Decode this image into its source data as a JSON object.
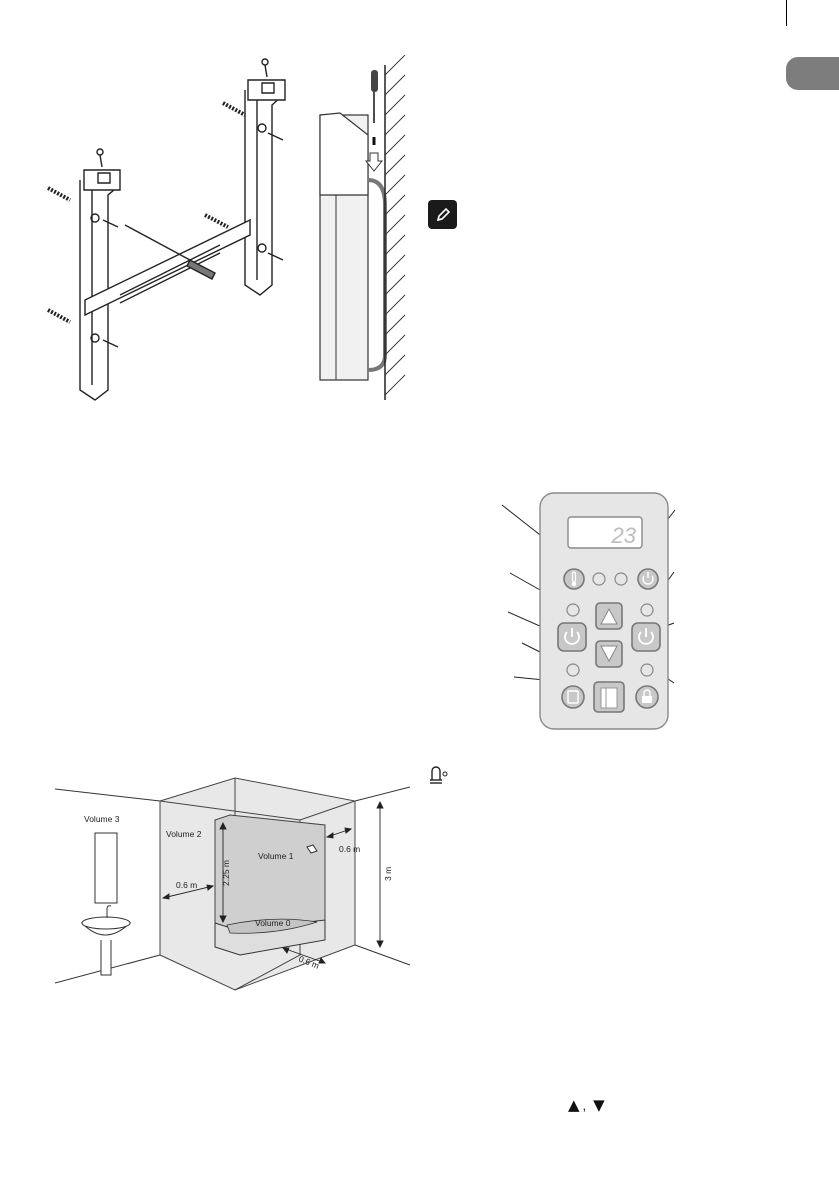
{
  "display": {
    "temperature": "23"
  },
  "bathroom_diagram": {
    "labels": {
      "volume_3": "Volume 3",
      "volume_2": "Volume 2",
      "volume_1": "Volume 1",
      "volume_0": "Volume 0",
      "dist_left": "0.6 m",
      "dist_right": "0.6 m",
      "dist_front": "0.6 m",
      "shower_height": "2.25 m",
      "room_height": "3 m"
    }
  },
  "keys": {
    "up_arrow": "▲",
    "down_arrow": "▼",
    "separator": ","
  },
  "icons": {
    "note": "pencil-note-icon",
    "bell": "alarm-bell-icon",
    "thermometer": "thermometer-icon",
    "power": "power-icon",
    "timer_power": "timer-power-icon",
    "up": "up-arrow-icon",
    "down": "down-arrow-icon",
    "window": "window-icon",
    "lock": "lock-icon"
  },
  "colors": {
    "tab": "#7d7d7d",
    "panel": "#e6e6e6",
    "button": "#c8c8c8",
    "display": "#ffffff"
  }
}
